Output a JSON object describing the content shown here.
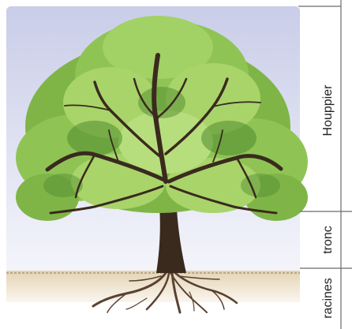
{
  "diagram": {
    "sections": [
      {
        "id": "crown",
        "label": "Houppier"
      },
      {
        "id": "trunk",
        "label": "tronc"
      },
      {
        "id": "roots",
        "label": "racines"
      }
    ]
  },
  "colors": {
    "sky_top": "#c9cde8",
    "sky_bottom": "#f4f5fb",
    "leaf_light": "#a8d46a",
    "leaf_mid": "#7fb547",
    "leaf_dark": "#4f8a2e",
    "bark": "#3a2a1e",
    "soil": "#eadcc4",
    "root": "#5a4232",
    "divider": "#6b6b6b"
  }
}
